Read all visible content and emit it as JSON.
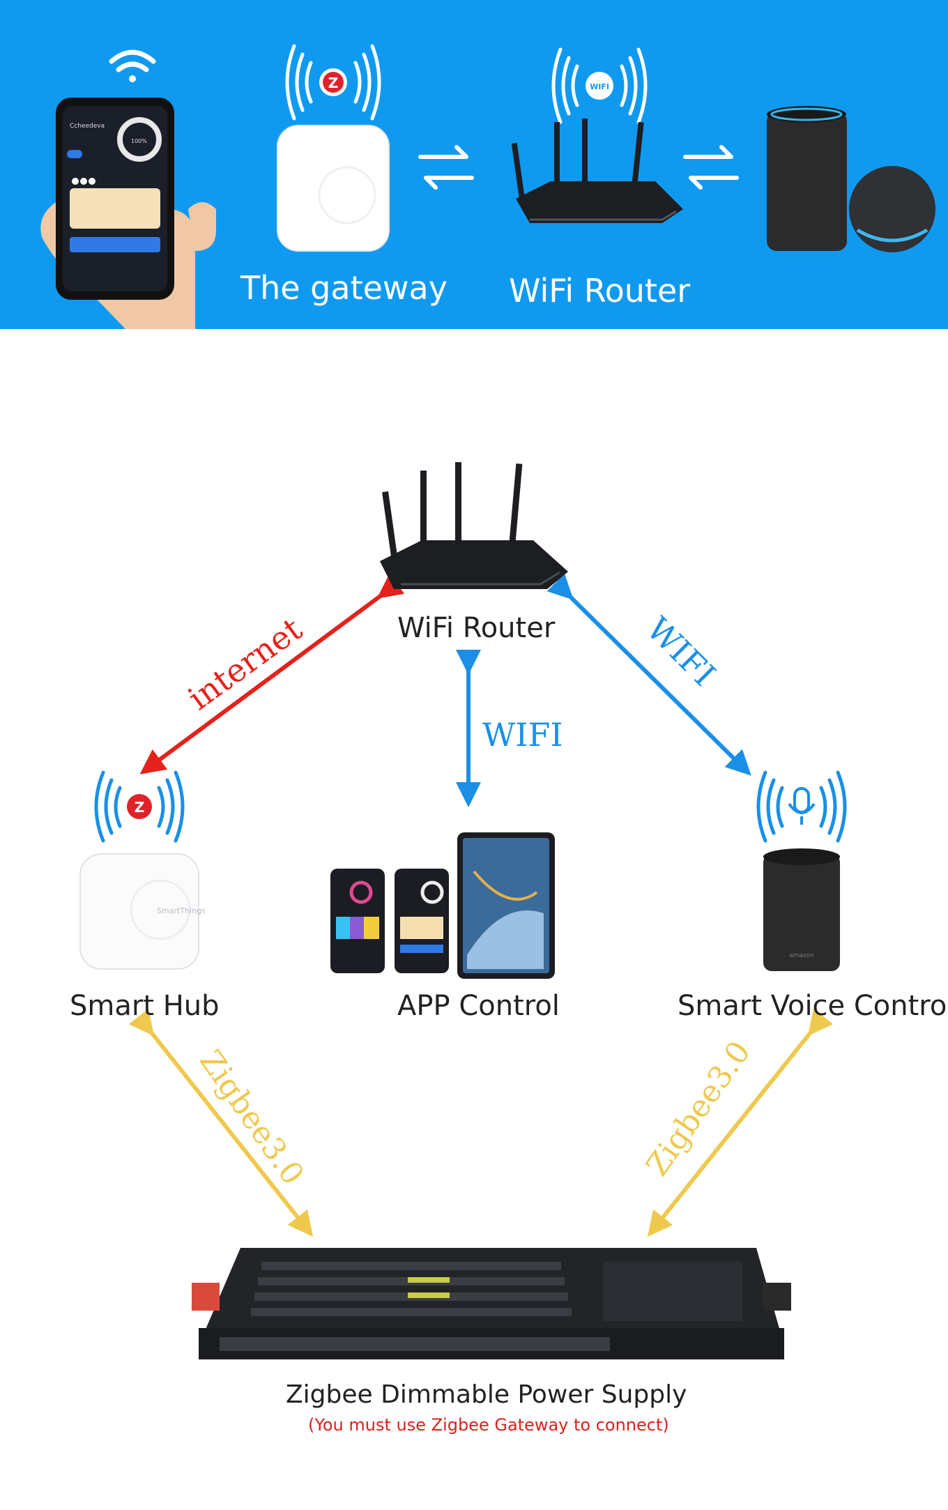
{
  "banner": {
    "gateway_label": "The gateway",
    "router_label": "WiFi Router",
    "zigbee_badge": "Z",
    "wifi_badge": "WIFI",
    "phone_app_title": "Ccheedeva",
    "phone_percent": "100%"
  },
  "diagram": {
    "router_label": "WiFi Router",
    "hub_label": "Smart Hub",
    "app_label": "APP Control",
    "voice_label": "Smart Voice Control",
    "power_supply_label": "Zigbee Dimmable Power Supply",
    "power_supply_note": "(You must use Zigbee Gateway to connect)",
    "device_brand": "SmartThings",
    "speaker_brand": "amazon",
    "zigbee_badge": "Z",
    "connections": {
      "router_hub": "internet",
      "router_app": "WIFI",
      "router_voice": "WIFI",
      "hub_supply": "Zigbee3.0",
      "voice_supply": "Zigbee3.0"
    }
  },
  "colors": {
    "banner_bg": "#0f9af0",
    "internet_arrow": "#e4221b",
    "wifi_arrow": "#1b8fe6",
    "zigbee_arrow": "#efc94e",
    "note_text": "#d8221c"
  }
}
